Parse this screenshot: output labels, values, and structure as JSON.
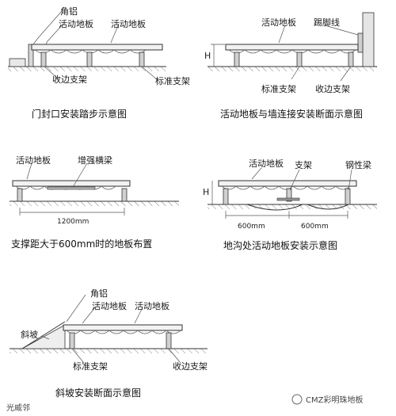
{
  "d1": {
    "corner_aluminum": "角铝",
    "panel_a": "活动地板",
    "panel_b": "活动地板",
    "edge_pedestal": "收边支架",
    "standard_pedestal": "标准支架",
    "caption": "门封口安装踏步示意图"
  },
  "d2": {
    "panel": "活动地板",
    "skirting": "踢脚线",
    "h": "H",
    "standard_pedestal": "标准支架",
    "edge_pedestal": "收边支架",
    "caption": "活动地板与墙连接安装断面示意图"
  },
  "d3": {
    "panel": "活动地板",
    "beam": "增强横梁",
    "spacing": "1200mm",
    "caption": "支撑距大于600mm时的地板布置"
  },
  "d4": {
    "panel": "活动地板",
    "pedestal": "支架",
    "steel_beam": "钢性梁",
    "h": "H",
    "spacing_left": "600mm",
    "spacing_right": "600mm",
    "caption": "地沟处活动地板安装示意图"
  },
  "d5": {
    "corner_aluminum": "角铝",
    "panel_a": "活动地板",
    "panel_b": "活动地板",
    "ramp": "斜坡",
    "standard_pedestal": "标准支架",
    "edge_pedestal": "收边支架",
    "caption": "斜坡安装断面示意图"
  },
  "watermark": {
    "left": "光威邻",
    "right": "CMZ彩明珠地板"
  }
}
